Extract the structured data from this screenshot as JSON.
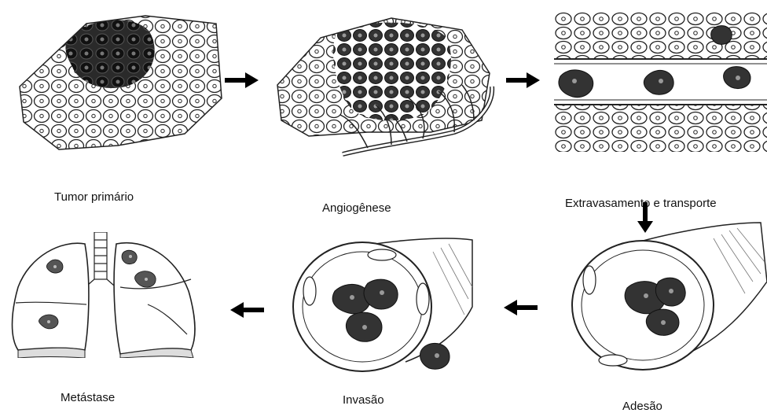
{
  "stages": [
    {
      "label": "Tumor primário"
    },
    {
      "label": "Angiogênese"
    },
    {
      "label": "Extravasamento e transporte"
    },
    {
      "label": "Adesão"
    },
    {
      "label": "Invasão"
    },
    {
      "label": "Metástase"
    }
  ]
}
